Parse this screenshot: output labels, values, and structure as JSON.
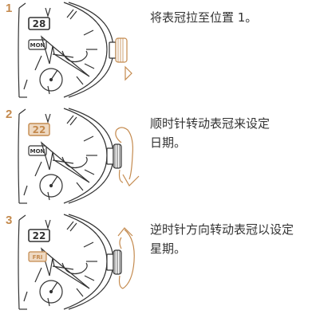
{
  "colors": {
    "accent": "#c48a4e",
    "ink": "#333333",
    "highlight_fill": "#eed9c2"
  },
  "steps": [
    {
      "number": "1",
      "date": "28",
      "day": "MON",
      "lines": [
        "将表冠拉至位置 1。"
      ]
    },
    {
      "number": "2",
      "date": "22",
      "day": "MON",
      "lines": [
        "顺时针转动表冠来设定",
        "日期。"
      ]
    },
    {
      "number": "3",
      "date": "22",
      "day": "FRI",
      "lines": [
        "逆时针方向转动表冠以设定",
        "星期。"
      ]
    }
  ]
}
